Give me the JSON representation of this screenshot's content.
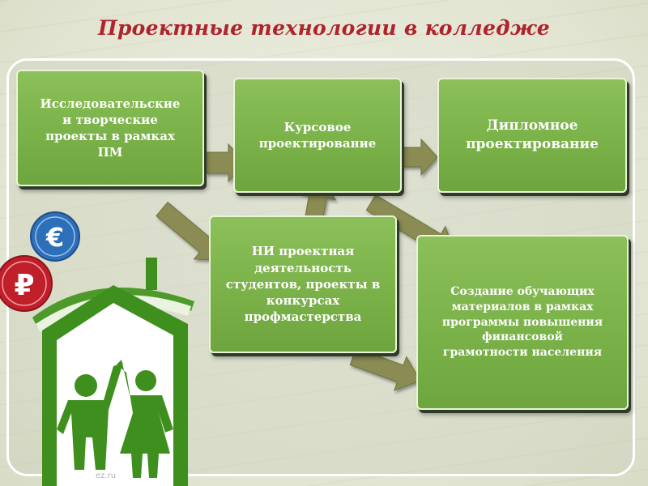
{
  "title": "Проектные технологии в колледже",
  "boxes": {
    "research": "Исследовательские\nи творческие\nпроекты в рамках\nПМ",
    "course": "Курсовое\nпроектирование",
    "diploma": "Дипломное\nпроектирование",
    "ni": "НИ проектная\nдеятельность\nстудентов, проекты в\nконкурсах\nпрофмастерства",
    "materials": "Создание обучающих\nматериалов в рамках\nпрограммы повышения\nфинансовой\nграмотности населения"
  },
  "decor": {
    "euro_symbol": "€",
    "ruble_symbol": "₽",
    "watermark": "ez.ru"
  },
  "colors": {
    "title": "#b0232d",
    "box_fill": "#7db34a",
    "arrow": "#8a8c52",
    "house": "#3f8f1e",
    "euro_coin": "#2d6fb8",
    "ruble_coin": "#c01f2a"
  }
}
